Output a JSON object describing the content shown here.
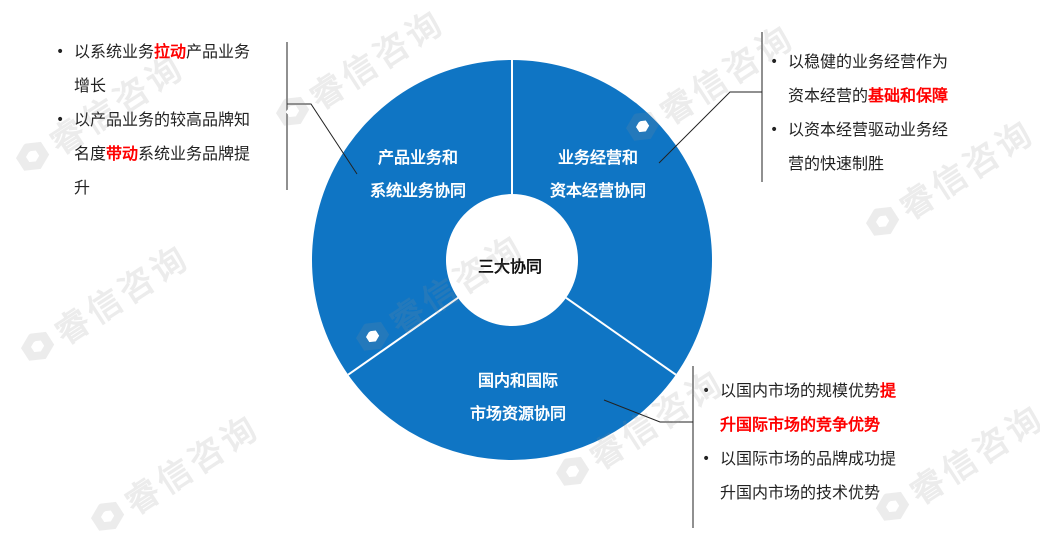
{
  "center": "三大协同",
  "segments": {
    "top_left": {
      "line1": "产品业务和",
      "line2": "系统业务协同"
    },
    "top_right": {
      "line1": "业务经营和",
      "line2": "资本经营协同"
    },
    "bottom": {
      "line1": "国内和国际",
      "line2": "市场资源协同"
    }
  },
  "notes": {
    "top_left": {
      "b1": {
        "p1": "以系统业务",
        "hl": "拉动",
        "p2": "产品业务",
        "line2": "增长"
      },
      "b2": {
        "line1": "以产品业务的较高品牌知",
        "p1": "名度",
        "hl": "带动",
        "p2": "系统业务品牌提",
        "line3": "升"
      }
    },
    "top_right": {
      "b1": {
        "line1": "以稳健的业务经营作为",
        "p1": "资本经营的",
        "hl": "基础和保障"
      },
      "b2": {
        "line1": "以资本经营驱动业务经",
        "line2": "营的快速制胜"
      }
    },
    "bottom_right": {
      "b1": {
        "p1": "以国内市场的规模优势",
        "hl1": "提",
        "hl2": "升国际市场的竞争优势"
      },
      "b2": {
        "line1": "以国际市场的品牌成功提",
        "line2": "升国内市场的技术优势"
      }
    }
  },
  "watermark": "睿信咨询",
  "colors": {
    "ring": "#0f75c4",
    "separator": "#ffffff",
    "highlight": "#ff0000"
  }
}
